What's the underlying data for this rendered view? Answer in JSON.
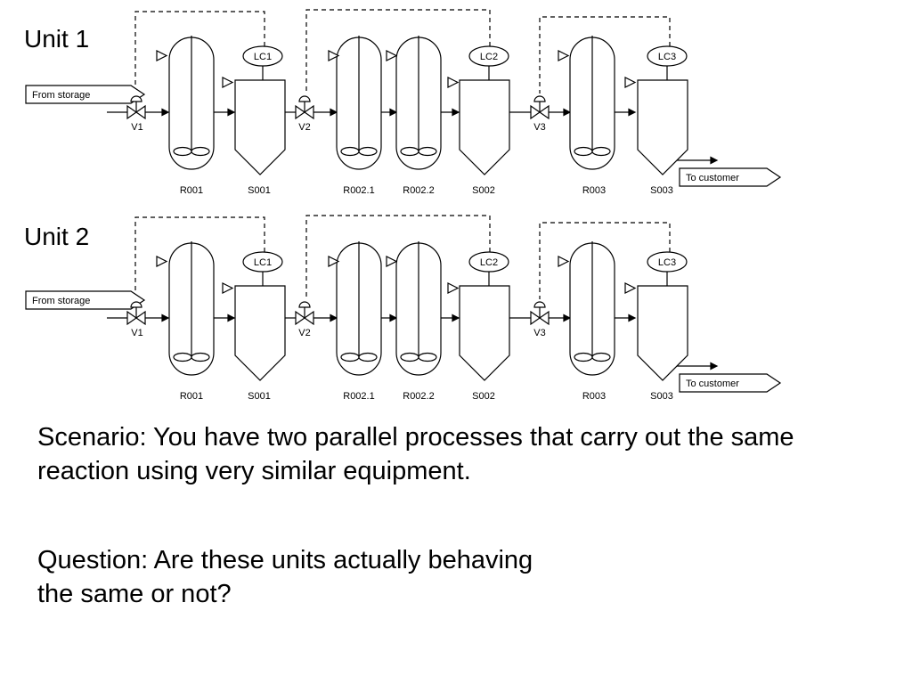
{
  "units": [
    {
      "title": "Unit 1",
      "from_storage": "From storage",
      "to_customer": "To customer",
      "valves": [
        "V1",
        "V2",
        "V3"
      ],
      "controllers": [
        "LC1",
        "LC2",
        "LC3"
      ],
      "equipment": [
        "R001",
        "S001",
        "R002.1",
        "R002.2",
        "S002",
        "R003",
        "S003"
      ]
    },
    {
      "title": "Unit 2",
      "from_storage": "From storage",
      "to_customer": "To customer",
      "valves": [
        "V1",
        "V2",
        "V3"
      ],
      "controllers": [
        "LC1",
        "LC2",
        "LC3"
      ],
      "equipment": [
        "R001",
        "S001",
        "R002.1",
        "R002.2",
        "S002",
        "R003",
        "S003"
      ]
    }
  ],
  "scenario": "Scenario: You have two parallel processes that carry out the same reaction using very similar equipment.",
  "question": "Question: Are these units actually behaving the same or not?",
  "line_color": "#000000"
}
